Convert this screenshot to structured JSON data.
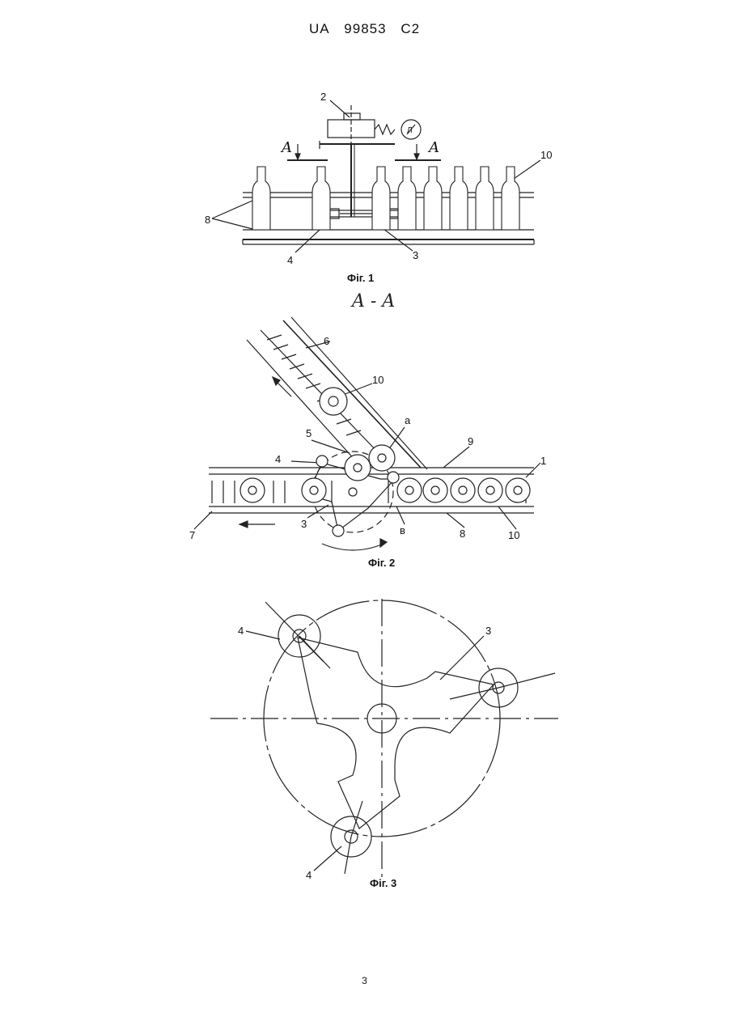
{
  "header": {
    "country": "UA",
    "number": "99853",
    "kind": "C2"
  },
  "section_label": "A - A",
  "figures": [
    {
      "caption": "Фіг. 1",
      "labels": [
        "2",
        "A",
        "A",
        "10",
        "8",
        "4",
        "3"
      ],
      "indicator": "Л"
    },
    {
      "caption": "Фіг. 2",
      "labels": [
        "6",
        "10",
        "5",
        "a",
        "9",
        "4",
        "1",
        "3",
        "в",
        "8",
        "10",
        "7"
      ]
    },
    {
      "caption": "Фіг. 3",
      "labels": [
        "4",
        "3",
        "4"
      ]
    }
  ],
  "page_number": "3"
}
